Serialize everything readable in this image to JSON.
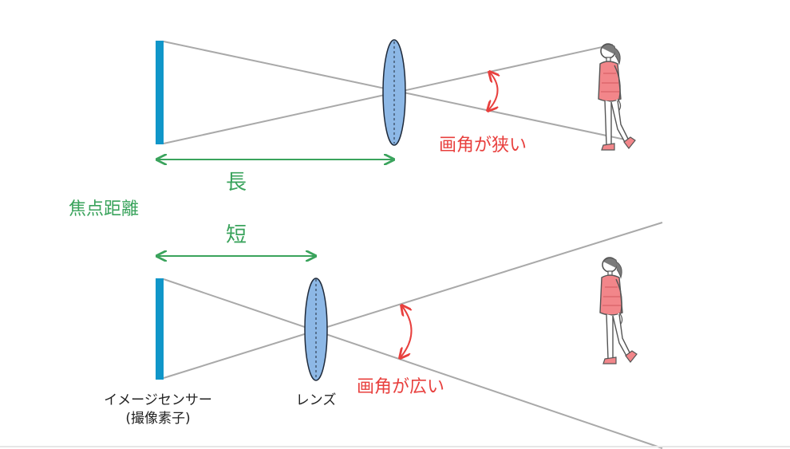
{
  "colors": {
    "sensor": "#1096c9",
    "lens_fill": "#8db8e6",
    "lens_stroke": "#1f2a3a",
    "ray": "#a9a9a9",
    "dimension": "#3aa35c",
    "angle": "#e8403e",
    "person_coat": "#f2868a",
    "person_outline": "#555555"
  },
  "labels": {
    "focal_length": "焦点距離",
    "long": "長",
    "short": "短",
    "narrow_angle": "画角が狭い",
    "wide_angle": "画角が広い",
    "sensor_line1": "イメージセンサー",
    "sensor_line2": "(撮像素子)",
    "lens": "レンズ"
  },
  "icons": {
    "subject": "person-standing-icon"
  }
}
